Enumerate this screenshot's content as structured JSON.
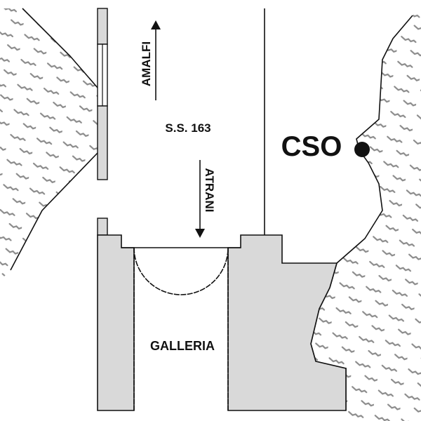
{
  "labels": {
    "road": "S.S. 163",
    "north_direction": "AMALFI",
    "south_direction": "ATRANI",
    "tunnel": "GALLERIA",
    "outfall": "CSO"
  },
  "colors": {
    "structure_fill": "#d9d9d9",
    "line": "#111111",
    "hatch": "#8a8a8a",
    "background": "#ffffff"
  },
  "icons": {
    "direction_up": "arrow-up-icon",
    "direction_down": "arrow-down-icon",
    "outfall_point": "filled-circle-marker"
  }
}
